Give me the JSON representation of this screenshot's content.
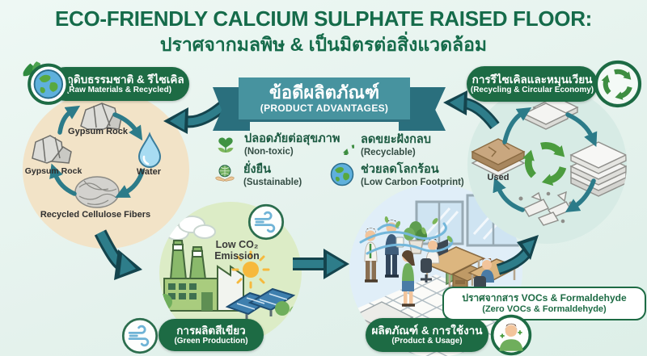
{
  "header": {
    "title_en": "ECO-FRIENDLY CALCIUM SULPHATE RAISED FLOOR:",
    "title_th": "ปราศจากมลพิษ & เป็นมิตรต่อสิ่งแวดล้อม"
  },
  "banner": {
    "title_th": "ข้อดีผลิตภัณฑ์",
    "title_en": "(PRODUCT ADVANTAGES)"
  },
  "sections": {
    "raw_materials": {
      "label_th": "วัตถุดิบธรรมชาติ & รีไซเคิล",
      "label_en": "(Raw Materials & Recycled)"
    },
    "recycling": {
      "label_th": "การรีไซเคิลและหมุนเวียน",
      "label_en": "(Recycling & Circular Economy)"
    },
    "green_production": {
      "label_th": "การผลิตสีเขียว",
      "label_en": "(Green Production)"
    },
    "product_usage": {
      "label_th": "ผลิตภัณฑ์ & การใช้งาน",
      "label_en": "(Product & Usage)"
    }
  },
  "advantages": [
    {
      "th": "ปลอดภัยต่อสุขภาพ",
      "en": "(Non-toxic)"
    },
    {
      "th": "ลดขยะฝังกลบ",
      "en": "(Recyclable)"
    },
    {
      "th": "ยั่งยืน",
      "en": "(Sustainable)"
    },
    {
      "th": "ช่วยลดโลกร้อน",
      "en": "(Low Carbon Footprint)"
    }
  ],
  "materials_cycle": {
    "top": "Gypsum Rock",
    "right": "Water",
    "bottom": "Recycled Cellulose Fibers",
    "left": "Gypsum Rock"
  },
  "green_production": {
    "emission": "Low CO₂ Emission"
  },
  "product_usage": {
    "vocs_th": "ปราศจากสาร VOCs & Formaldehyde",
    "vocs_en": "(Zero VOCs & Formaldehyde)"
  },
  "recycling_cycle": {
    "used": "Used"
  },
  "colors": {
    "title_green": "#156b4a",
    "badge_green": "#1d6b44",
    "ribbon_teal": "#47939f",
    "arrow_teal": "#2e7d8a"
  }
}
